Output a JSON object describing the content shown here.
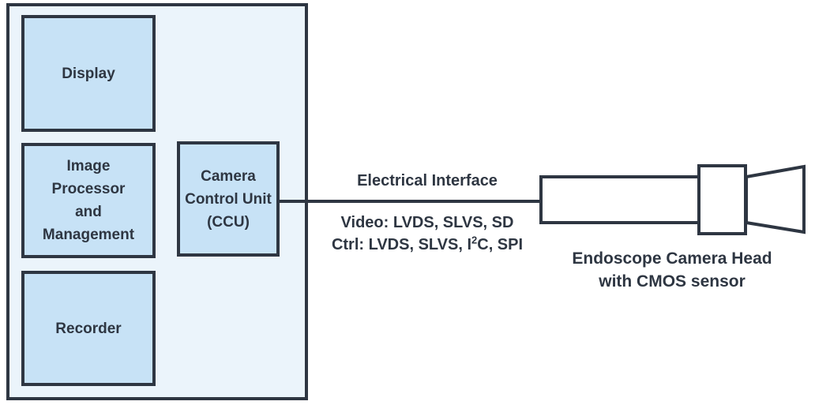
{
  "colors": {
    "outline": "#2e3642",
    "block_fill": "#c7e2f6",
    "console_fill": "#ebf4fb",
    "camera_fill": "#ffffff",
    "background": "#ffffff"
  },
  "console": {
    "blocks": [
      {
        "id": "display",
        "label": "Display"
      },
      {
        "id": "image-processor",
        "label": "Image Processor and Management"
      },
      {
        "id": "recorder",
        "label": "Recorder"
      },
      {
        "id": "ccu",
        "label": "Camera Control Unit (CCU)"
      }
    ]
  },
  "interface": {
    "title": "Electrical Interface",
    "video": "Video: LVDS, SLVS, SD",
    "ctrl_prefix": "Ctrl: LVDS, SLVS, I",
    "ctrl_sup": "2",
    "ctrl_suffix": "C, SPI"
  },
  "camera_head": {
    "line1": "Endoscope Camera Head",
    "line2": "with CMOS sensor"
  }
}
